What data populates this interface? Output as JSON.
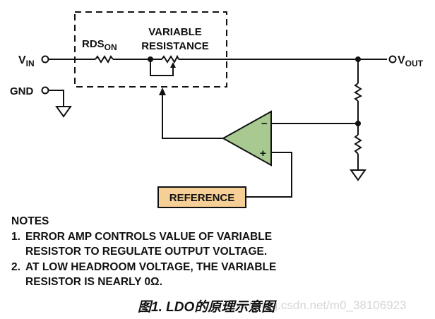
{
  "diagram": {
    "labels": {
      "vin": "V",
      "vin_sub": "IN",
      "gnd": "GND",
      "vout": "V",
      "vout_sub": "OUT",
      "rds": "RDS",
      "rds_sub": "ON",
      "variable_line1": "VARIABLE",
      "variable_line2": "RESISTANCE",
      "reference": "REFERENCE",
      "opamp_minus": "−",
      "opamp_plus": "+"
    },
    "colors": {
      "opamp_fill": "#a8c98f",
      "reference_fill": "#f5cf96",
      "line": "#111111"
    }
  },
  "notes": {
    "title": "NOTES",
    "items": [
      {
        "num": "1.",
        "text": "ERROR AMP CONTROLS VALUE OF VARIABLE RESISTOR TO REGULATE OUTPUT VOLTAGE."
      },
      {
        "num": "2.",
        "text": "AT LOW HEADROOM VOLTAGE, THE VARIABLE RESISTOR IS NEARLY 0Ω."
      }
    ]
  },
  "caption": "图1. LDO的原理示意图",
  "watermark": "https://blog.csdn.net/m0_38106923"
}
